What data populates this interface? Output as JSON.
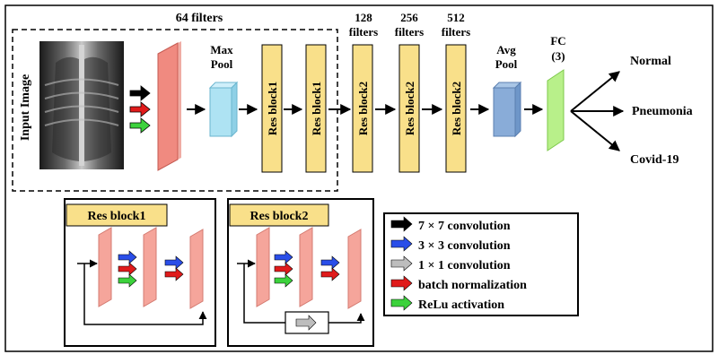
{
  "input_label": "Input Image",
  "conv_filters_label": "64 filters",
  "maxpool": {
    "line1": "Max",
    "line2": "Pool"
  },
  "res_block1_label": "Res block1",
  "res_block2_label": "Res block2",
  "filter_counts": [
    "128",
    "256",
    "512"
  ],
  "filters_word": "filters",
  "avgpool": {
    "line1": "Avg",
    "line2": "Pool"
  },
  "fc": {
    "line1": "FC",
    "line2": "(3)"
  },
  "outputs": [
    "Normal",
    "Pneumonia",
    "Covid-19"
  ],
  "inset_titles": [
    "Res block1",
    "Res block2"
  ],
  "legend": [
    {
      "label": "7 × 7 convolution",
      "color": "#000000"
    },
    {
      "label": "3 × 3 convolution",
      "color": "#2a4ee8"
    },
    {
      "label": "1 × 1 convolution",
      "color": "#bdbdbd"
    },
    {
      "label": "batch normalization",
      "color": "#e01b1b"
    },
    {
      "label": "ReLu activation",
      "color": "#3cd23c"
    }
  ]
}
